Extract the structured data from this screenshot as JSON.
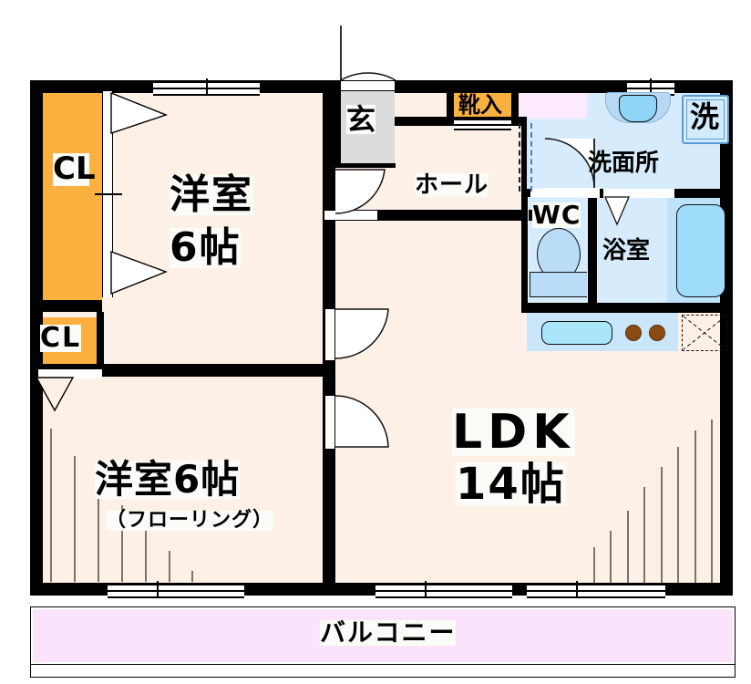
{
  "plan": {
    "type": "japanese-apartment-floorplan",
    "layout_code": "2LDK",
    "background_color": "#ffffff",
    "wall_color": "#000000",
    "room_fill_color": "#fdf0e6",
    "water_fill_color": "#d6ecfc",
    "closet_fill_color": "#fbb040",
    "balcony_fill_color": "#fbe4fb",
    "genkan_fill_color": "#dcdcdc",
    "burner_color": "#8a4b13"
  },
  "rooms": {
    "bedroom_top": {
      "name": "洋室",
      "size": "6帖"
    },
    "bedroom_bottom": {
      "name": "洋室6帖",
      "note": "（フローリング）"
    },
    "ldk": {
      "name": "LDK",
      "size": "14帖"
    },
    "hall": {
      "name": "ホール"
    },
    "genkan": {
      "name": "玄"
    },
    "washroom": {
      "name": "洗面所"
    },
    "bathroom": {
      "name": "浴室"
    },
    "toilet": {
      "name": "WC"
    },
    "balcony": {
      "name": "バルコニー"
    }
  },
  "storage": {
    "closet_large": "CL",
    "closet_small": "CL",
    "shoe_box": "靴入",
    "washer_space": "洗"
  },
  "fixtures": {
    "toilet": "toilet-icon",
    "bathtub": "bathtub-icon",
    "kitchen_sink": "kitchen-sink-icon",
    "stove_burners": "stove-burner-icon",
    "refrigerator_space": "refrigerator-space-icon",
    "washbasin": "washbasin-icon",
    "washing_machine": "washing-machine-icon"
  }
}
